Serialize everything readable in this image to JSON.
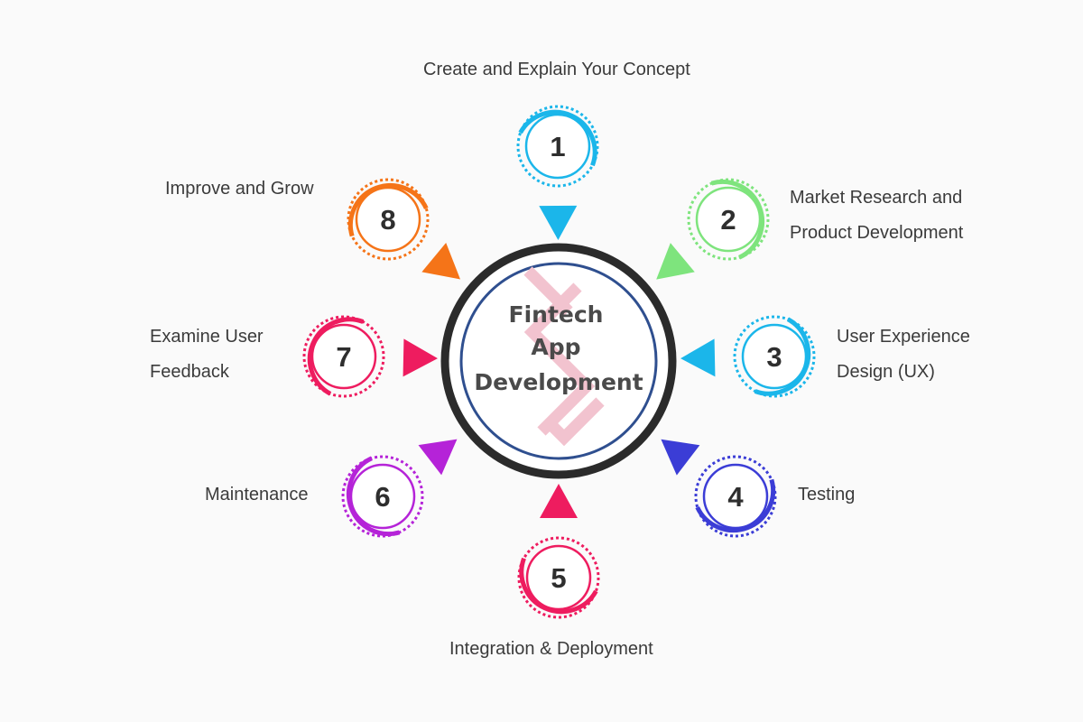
{
  "center": {
    "lines": [
      "Fintech",
      "App",
      "Development"
    ]
  },
  "steps": [
    {
      "number": "1",
      "lines": [
        "Create and Explain Your Concept"
      ],
      "color": "#1bb6ea"
    },
    {
      "number": "2",
      "lines": [
        "Market Research and",
        "Product Development"
      ],
      "color": "#7ee47d"
    },
    {
      "number": "3",
      "lines": [
        "User Experience",
        "Design (UX)"
      ],
      "color": "#1bb6ea"
    },
    {
      "number": "4",
      "lines": [
        "Testing"
      ],
      "color": "#3b3dd6"
    },
    {
      "number": "5",
      "lines": [
        "Integration & Deployment"
      ],
      "color": "#ee1c5f"
    },
    {
      "number": "6",
      "lines": [
        "Maintenance"
      ],
      "color": "#b523d8"
    },
    {
      "number": "7",
      "lines": [
        "Examine User",
        "Feedback"
      ],
      "color": "#ee1c5f"
    },
    {
      "number": "8",
      "lines": [
        "Improve and Grow"
      ],
      "color": "#f57418"
    }
  ],
  "colors": {
    "center_outer_ring": "#2b2b2b",
    "center_inner_ring": "#2f4f8f",
    "watermark": "#f2c3cf",
    "label_text": "#3b3b3b"
  }
}
